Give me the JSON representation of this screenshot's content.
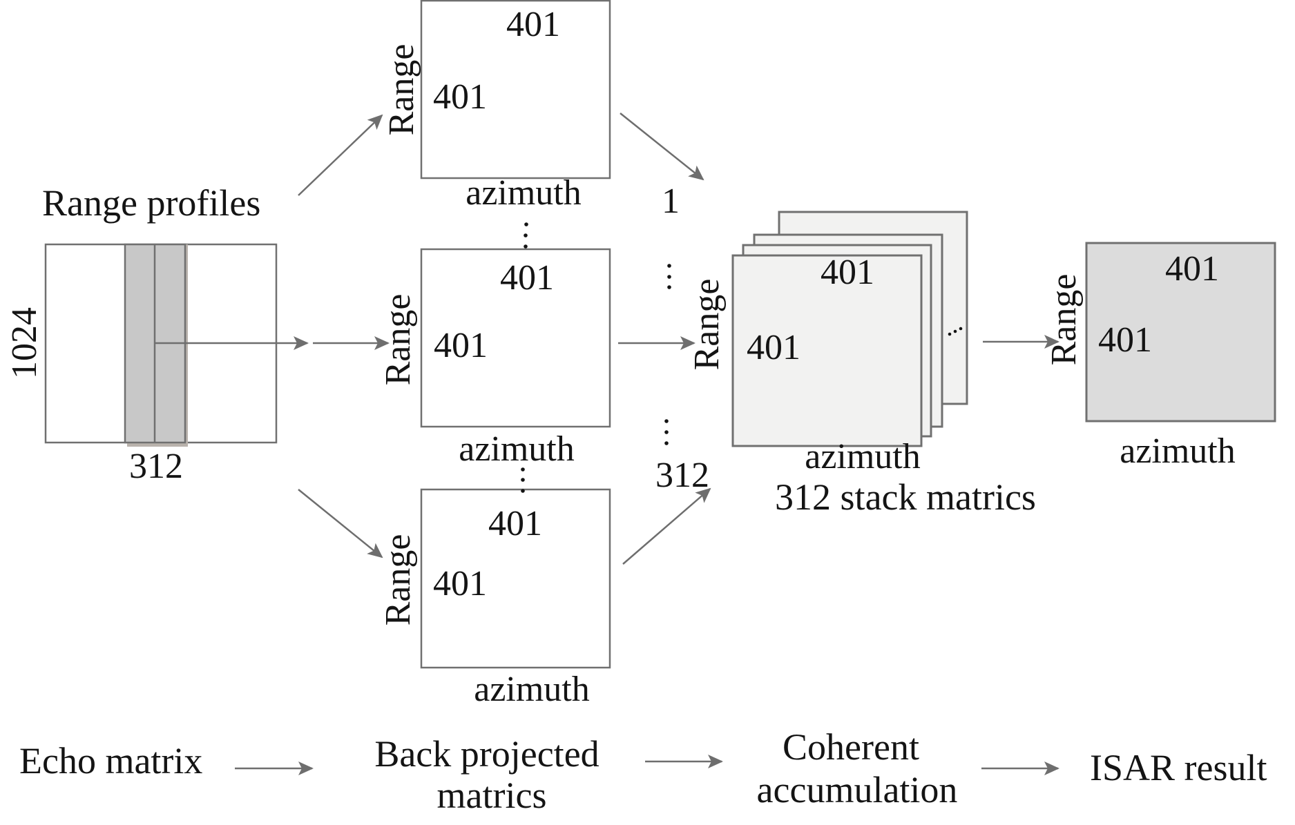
{
  "echo_matrix": {
    "rows_label": "1024",
    "cols_label": "312",
    "title": "Range profiles"
  },
  "back_projected": [
    {
      "range_label": "Range",
      "top_value": "401",
      "left_value": "401",
      "azimuth_label": "azimuth"
    },
    {
      "range_label": "Range",
      "top_value": "401",
      "left_value": "401",
      "azimuth_label": "azimuth"
    },
    {
      "range_label": "Range",
      "top_value": "401",
      "left_value": "401",
      "azimuth_label": "azimuth"
    }
  ],
  "index_labels": {
    "first": "1",
    "last": "312"
  },
  "stack": {
    "range_label": "Range",
    "top_value": "401",
    "left_value": "401",
    "azimuth_label": "azimuth",
    "caption": "312 stack matrics"
  },
  "result": {
    "range_label": "Range",
    "top_value": "401",
    "left_value": "401",
    "azimuth_label": "azimuth"
  },
  "flow": {
    "step1": "Echo matrix",
    "step2_line1": "Back projected",
    "step2_line2": "matrics",
    "step3_line1": "Coherent",
    "step3_line2": "accumulation",
    "step4": "ISAR result"
  },
  "colors": {
    "stroke": "#707070",
    "band_fill": "#c8c8c8",
    "stack_fill": "#f2f2f1",
    "result_fill": "#dcdcdc",
    "arrow": "#6e6e6e"
  }
}
